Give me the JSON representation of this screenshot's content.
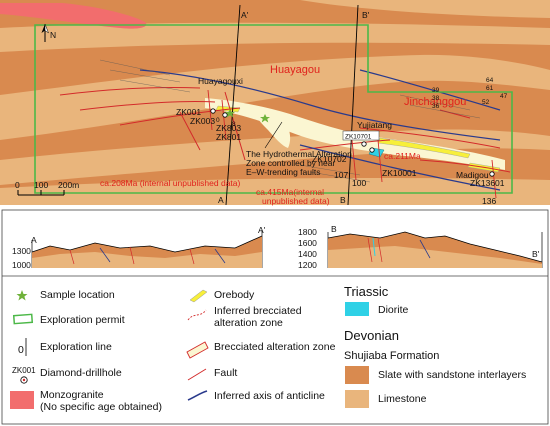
{
  "map": {
    "north_label": "N",
    "place_names": {
      "huayagou": "Huayagou",
      "jinchanggou": "Jinchanggou",
      "huayagouxi": "Huayagouxi",
      "yujiatang": "Yujiatang",
      "madigou": "Madigou"
    },
    "section_labels": {
      "a_top": "A'",
      "b_top": "B'",
      "a_bottom": "A",
      "b_bottom": "B"
    },
    "drillholes": {
      "zk001": "ZK001",
      "zk003": "ZK003",
      "zk803": "ZK803",
      "zk801": "ZK801",
      "zk10701": "ZK10701",
      "zk10702": "ZK10702",
      "zk10001": "ZK10001",
      "zk13601": "ZK13601"
    },
    "line_numbers": {
      "l0": "0",
      "l8": "8",
      "l107": "107",
      "l100": "100",
      "l136": "136"
    },
    "ages": {
      "age208": "ca.208Ma (internal unpublished data)",
      "age211": "ca.211Ma",
      "age415_1": "ca.415Ma(internal",
      "age415_2": "unpublished data)"
    },
    "annotation": {
      "line1": "The Hydrothermal Alteration",
      "line2": "Zone controlled by near",
      "line3": "E–W-trending faults"
    },
    "scale": {
      "zero": "0",
      "mid": "100",
      "end": "200m"
    },
    "dip_values": [
      "39",
      "38",
      "36",
      "64",
      "61",
      "47",
      "52"
    ]
  },
  "sections": {
    "a": {
      "start": "A",
      "end": "A'",
      "y_ticks": [
        "1300",
        "1000"
      ]
    },
    "b": {
      "start": "B",
      "end": "B'",
      "y_ticks": [
        "1800",
        "1600",
        "1400",
        "1200"
      ]
    }
  },
  "legend": {
    "sample_location": "Sample location",
    "exploration_permit": "Exploration permit",
    "exploration_line": "Exploration line",
    "exploration_line_symbol": "0",
    "diamond_drillhole": "Diamond-drillhole",
    "diamond_drillhole_symbol": "ZK001",
    "monzogranite_1": "Monzogranite",
    "monzogranite_2": "(No specific age obtained)",
    "orebody": "Orebody",
    "inferred_brecciated_1": "Inferred brecciated",
    "inferred_brecciated_2": "alteration zone",
    "brecciated_zone": "Brecciated alteration zone",
    "fault": "Fault",
    "anticline": "Inferred axis of anticline",
    "triassic": "Triassic",
    "diorite": "Diorite",
    "devonian": "Devonian",
    "shujiaba": "Shujiaba Formation",
    "slate": "Slate with sandstone interlayers",
    "limestone": "Limestone"
  },
  "colors": {
    "slate": "#d98a4f",
    "limestone": "#e9b57c",
    "monzogranite": "#f26d6d",
    "diorite": "#2fd1e6",
    "permit": "#4cb848",
    "fault": "#d32a2a",
    "anticline": "#2a3a8c",
    "orebody": "#f7ef3a",
    "alteration": "#fbf6d2"
  }
}
